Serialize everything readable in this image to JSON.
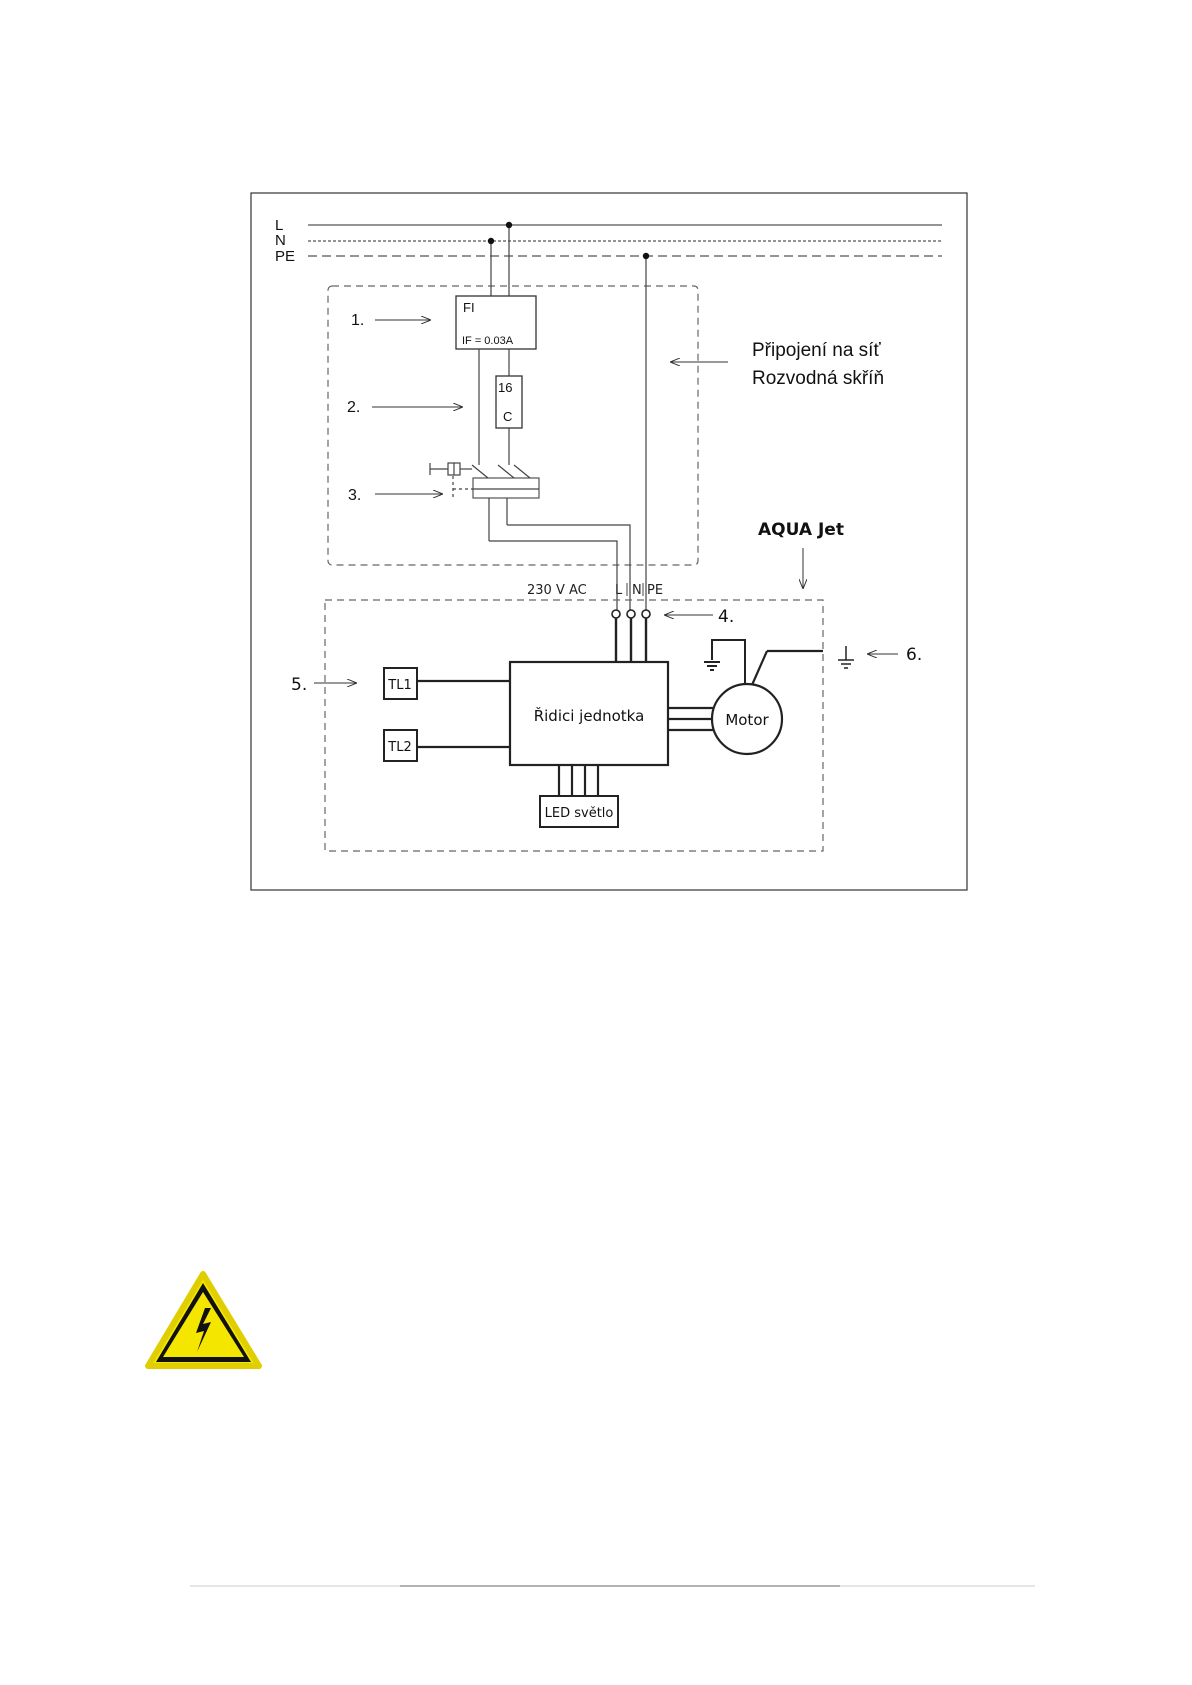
{
  "buses": {
    "l": "L",
    "n": "N",
    "pe": "PE"
  },
  "distribution": {
    "rcd": {
      "name": "FI",
      "rating": "IF = 0.03A"
    },
    "breaker": {
      "top": "16",
      "bottom": "C"
    },
    "markers": [
      "1.",
      "2.",
      "3."
    ],
    "title_line1": "Připojení na síť",
    "title_line2": "Rozvodná skříň"
  },
  "unit": {
    "title": "AQUA Jet",
    "supply": "230 V AC",
    "terminals": [
      "L",
      "N",
      "PE"
    ],
    "markers": {
      "terminals": "4.",
      "buttons": "5.",
      "ground": "6."
    },
    "buttons": [
      "TL1",
      "TL2"
    ],
    "controller": "Řidici jednotka",
    "motor": "Motor",
    "light": "LED světlo"
  },
  "colors": {
    "line": "#222222",
    "frame": "#333333",
    "warning_yellow": "#f5e600"
  },
  "icons": {
    "warning": "high-voltage-warning-icon",
    "ground": "ground-icon"
  }
}
